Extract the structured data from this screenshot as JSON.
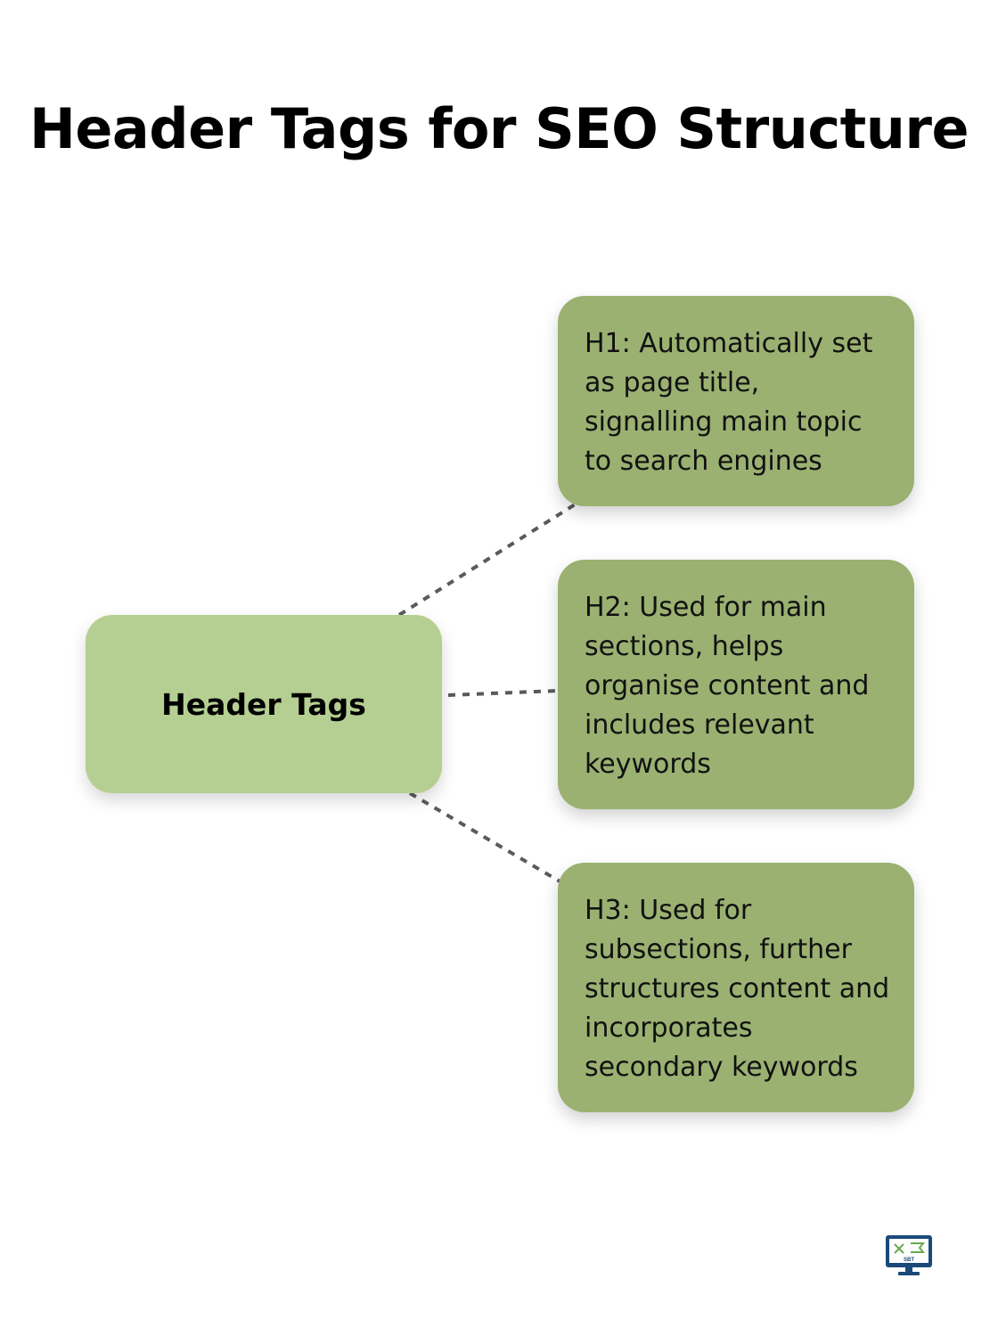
{
  "title": "Header Tags for SEO Structure",
  "center": {
    "label": "Header Tags"
  },
  "branches": [
    {
      "text": "H1: Automatically set as page title, signalling main topic to search engines"
    },
    {
      "text": "H2: Used for main sections, helps organise content and includes relevant keywords"
    },
    {
      "text": "H3: Used for subsections, further structures content and incorporates secondary keywords"
    }
  ],
  "logo": {
    "icon": "computer-monitor-logo-icon",
    "text": "SBT"
  },
  "colors": {
    "center_fill": "#b5cf93",
    "branch_fill": "#9ab171",
    "connector": "#5a5a5a",
    "logo_blue": "#1b4a7a",
    "logo_green": "#6aa84f"
  }
}
